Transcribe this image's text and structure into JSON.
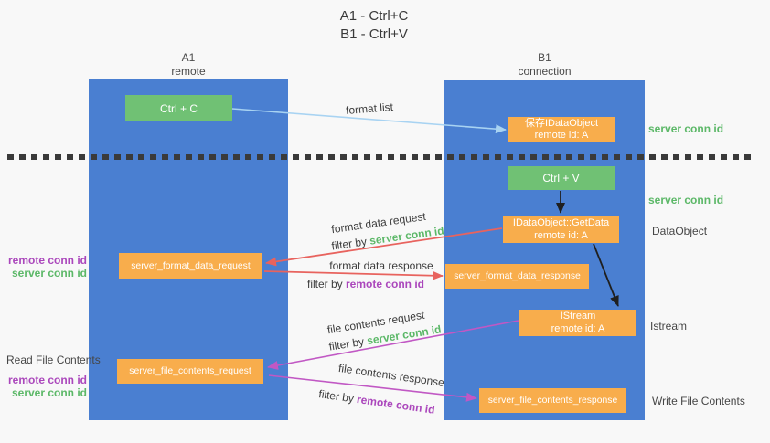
{
  "title": {
    "line1": "A1 - Ctrl+C",
    "line2": "B1 - Ctrl+V"
  },
  "lanes": {
    "a": {
      "name": "A1",
      "subtitle": "remote"
    },
    "b": {
      "name": "B1",
      "subtitle": "connection"
    }
  },
  "nodes": {
    "ctrl_c": {
      "label": "Ctrl + C"
    },
    "ctrl_v": {
      "label": "Ctrl + V"
    },
    "save_dataobject": {
      "line1": "保存IDataObject",
      "line2": "remote id: A"
    },
    "getdata": {
      "line1": "IDataObject::GetData",
      "line2": "remote id: A"
    },
    "format_request": {
      "label": "server_format_data_request"
    },
    "format_response": {
      "label": "server_format_data_response"
    },
    "istream": {
      "line1": "IStream",
      "line2": "remote id: A"
    },
    "file_request": {
      "label": "server_file_contents_request"
    },
    "file_response": {
      "label": "server_file_contents_response"
    }
  },
  "annotations": {
    "format_list": "format list",
    "format_request_label": "format data request",
    "format_request_filter_prefix": "filter by ",
    "format_request_filter_key": "server conn id",
    "format_response_label": "format data response",
    "format_response_filter_prefix": "filter by ",
    "format_response_filter_key": "remote conn id",
    "file_request_label": "file contents request",
    "file_request_filter_prefix": "filter by ",
    "file_request_filter_key": "server conn id",
    "file_response_label": "file contents response",
    "file_response_filter_prefix": "filter by ",
    "file_response_filter_key": "remote conn id"
  },
  "side_labels": {
    "server_conn_id_top": "server conn id",
    "server_conn_id_mid": "server conn id",
    "dataobject": "DataObject",
    "istream": "Istream",
    "write_file": "Write File Contents",
    "read_file": "Read File Contents",
    "pair1": {
      "remote": "remote conn id",
      "server": "server conn id"
    },
    "pair2": {
      "remote": "remote conn id",
      "server": "server conn id"
    }
  },
  "colors": {
    "lane_blue": "#4a7fd1",
    "box_green": "#70c174",
    "box_orange": "#f8ad4c",
    "text_green": "#5cb868",
    "text_purple": "#ab47bc",
    "arrow_red": "#e8635e",
    "arrow_purple": "#c158c4",
    "arrow_blue": "#a8d3f2",
    "arrow_black": "#1f1f1f",
    "dotted_line": "#3a3a3a",
    "background": "#f8f8f8"
  }
}
